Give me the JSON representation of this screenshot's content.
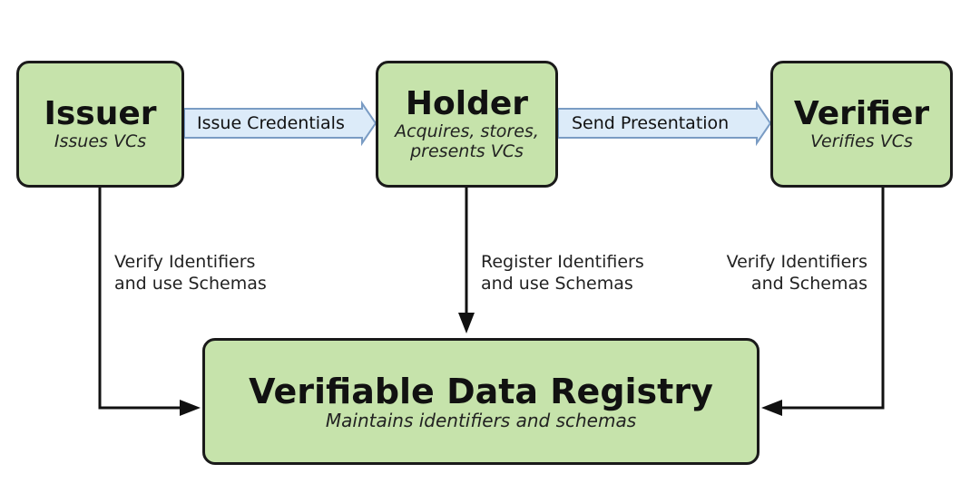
{
  "nodes": {
    "issuer": {
      "title": "Issuer",
      "subtitle_lines": [
        "Issues VCs"
      ]
    },
    "holder": {
      "title": "Holder",
      "subtitle_lines": [
        "Acquires, stores,",
        "presents VCs"
      ]
    },
    "verifier": {
      "title": "Verifier",
      "subtitle_lines": [
        "Verifies VCs"
      ]
    },
    "registry": {
      "title": "Verifiable Data Registry",
      "subtitle_lines": [
        "Maintains identifiers and schemas"
      ]
    }
  },
  "flows": {
    "issue": "Issue Credentials",
    "send": "Send Presentation"
  },
  "edges": {
    "issuer_registry": [
      "Verify Identifiers",
      "and use Schemas"
    ],
    "holder_registry": [
      "Register Identifiers",
      "and use Schemas"
    ],
    "verifier_registry": [
      "Verify Identifiers",
      "and Schemas"
    ]
  },
  "colors": {
    "node_fill": "#c6e3ab",
    "flow_arrow_fill": "#dcebf9",
    "stroke": "#1a1a1a"
  }
}
